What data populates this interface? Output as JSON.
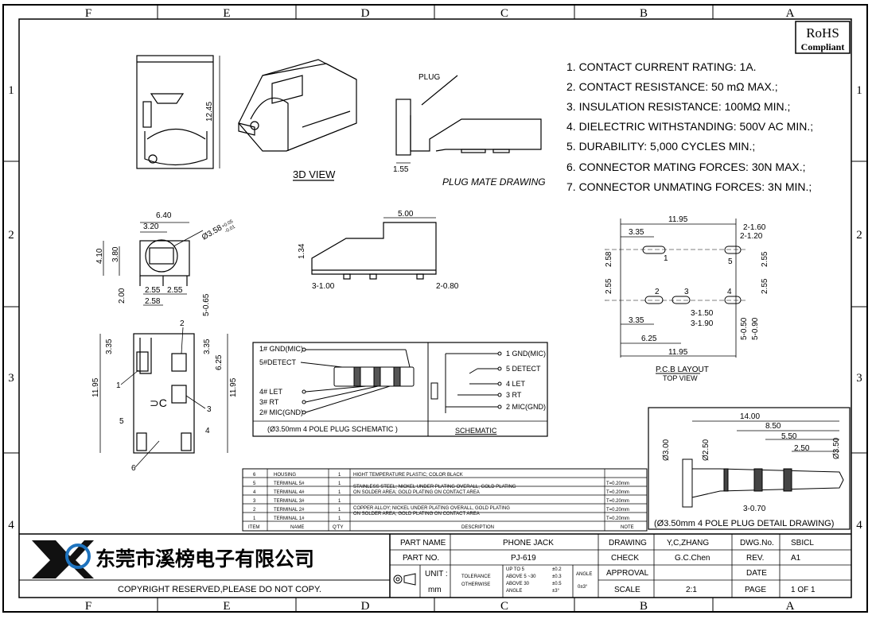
{
  "frame": {
    "columns": [
      "F",
      "E",
      "D",
      "C",
      "B",
      "A"
    ],
    "rows": [
      "1",
      "2",
      "3",
      "4"
    ]
  },
  "rohs": {
    "line1": "RoHS",
    "line2": "Compliant"
  },
  "specs": [
    "1. CONTACT CURRENT RATING: 1A.",
    "2. CONTACT RESISTANCE: 50 mΩ MAX.;",
    "3. INSULATION RESISTANCE: 100MΩ MIN.;",
    "4. DIELECTRIC WITHSTANDING: 500V AC MIN.;",
    "5. DURABILITY: 5,000 CYCLES MIN.;",
    "6. CONNECTOR MATING FORCES: 30N  MAX.;",
    "7. CONNECTOR UNMATING FORCES: 3N MIN.;"
  ],
  "views": {
    "top_dim": "12.45",
    "view3d_label": "3D VIEW",
    "plug_label": "PLUG",
    "plug_mate_label": "PLUG MATE DRAWING",
    "plug_mate_dim": "1.55",
    "front": {
      "d640": "6.40",
      "d320": "3.20",
      "d358": "Ø3.58",
      "tol_up": "+0.05",
      "tol_dn": "-0.01",
      "d410": "4.10",
      "d380": "3.80",
      "d200": "2.00",
      "d255a": "2.55",
      "d255b": "2.55",
      "d258": "2.58",
      "d065": "5-0.65"
    },
    "side": {
      "d500": "5.00",
      "d134": "1.34",
      "d3100": "3-1.00",
      "d2080": "2-0.80"
    },
    "bottom": {
      "d335a": "3.35",
      "d335b": "3.35",
      "d625": "6.25",
      "d1195a": "11.95",
      "d1195b": "11.95",
      "callouts": [
        "1",
        "2",
        "3",
        "4",
        "5",
        "6"
      ]
    },
    "pcb": {
      "d1195top": "11.95",
      "d335top": "3.35",
      "d2160": "2-1.60",
      "d2120": "2-1.20",
      "d258": "2.58",
      "d255l": "2.55",
      "d255r1": "2.55",
      "d255r2": "2.55",
      "d335bot": "3.35",
      "d625": "6.25",
      "d1195bot": "11.95",
      "d3150": "3-1.50",
      "d3190": "3-1.90",
      "d5050": "5-0.50",
      "d5090": "5-0.90",
      "pads": [
        "1",
        "2",
        "3",
        "4",
        "5"
      ],
      "title1": "P.C.B LAYOUT",
      "title2": "TOP VIEW"
    },
    "plug_schem": {
      "left": [
        "1# GND(MIC)",
        "5#DETECT",
        "4# LET",
        "3# RT",
        "2# MIC(GND)"
      ],
      "caption": "(Ø3.50mm 4 POLE PLUG SCHEMATIC )",
      "right": [
        "1 GND(MIC)",
        "5 DETECT",
        "4 LET",
        "3 RT",
        "2 MIC(GND)"
      ],
      "schematic_label": "SCHEMATIC"
    },
    "plug_detail": {
      "d1400": "14.00",
      "d850": "8.50",
      "d550": "5.50",
      "d250": "2.50",
      "d300": "Ø3.00",
      "d250dia": "Ø2.50",
      "d350": "Ø3.50",
      "d3070": "3-0.70",
      "caption": "(Ø3.50mm 4 POLE PLUG DETAIL DRAWING)"
    }
  },
  "bom": {
    "rows": [
      {
        "item": "6",
        "name": "HOUSING",
        "qty": "1",
        "desc": "HIGHT TEMPERATURE PLASTIC; COLOR BLACK",
        "note": ""
      },
      {
        "item": "5",
        "name": "TERMINAL 5#",
        "qty": "1",
        "desc": "STAINLESS STEEL; NICKEL UNDER PLATING OVERALL, GOLD PLATING",
        "desc2": "ON SOLDER AREA; GOLD PLATING ON CONTACT AREA",
        "note": "T=0.20mm"
      },
      {
        "item": "4",
        "name": "TERMINAL 4#",
        "qty": "1",
        "desc": "",
        "note": "T=0.20mm"
      },
      {
        "item": "3",
        "name": "TERMINAL 3#",
        "qty": "1",
        "desc": "COPPER ALLOY; NICKEL UNDER PLATING OVERALL, GOLD PLATING",
        "desc2": "ON SOLDER AREA; GOLD PLATING ON CONTACT AREA",
        "note": "T=0.20mm"
      },
      {
        "item": "2",
        "name": "TERMINAL 2#",
        "qty": "1",
        "desc": "",
        "note": "T=0.20mm"
      },
      {
        "item": "1",
        "name": "TERMINAL 1#",
        "qty": "1",
        "desc": "",
        "note": "T=0.20mm"
      }
    ],
    "head": {
      "item": "ITEM",
      "name": "NAME",
      "qty": "Q'TY",
      "desc": "DESCRIPTION",
      "note": "NOTE"
    }
  },
  "titleblock": {
    "company": "东莞市溪榜电子有限公司",
    "copyright": "COPYRIGHT RESERVED,PLEASE DO NOT COPY.",
    "part_name_label": "PART NAME",
    "part_name": "PHONE JACK",
    "part_no_label": "PART NO.",
    "part_no": "PJ-619",
    "unit_label": "UNIT :",
    "unit": "mm",
    "tol_label": "TOLERANCE",
    "tol_label2": "OTHERWISE",
    "tol_rows": [
      [
        "UP TO 5",
        "±0.2"
      ],
      [
        "ABOVE 5 ~30",
        "±0.3"
      ],
      [
        "ABOVE 30",
        "±0.5"
      ],
      [
        "ANGLE",
        "±3°"
      ]
    ],
    "angle_label": "ANGLE",
    "angle_val": "0±3°",
    "drawing_label": "DRAWING",
    "drawing": "Y,C,ZHANG",
    "check_label": "CHECK",
    "check": "G.C.Chen",
    "approval_label": "APPROVAL",
    "approval": "",
    "scale_label": "SCALE",
    "scale": "2:1",
    "dwgno_label": "DWG.No.",
    "dwgno": "SBICL",
    "rev_label": "REV.",
    "rev": "A1",
    "date_label": "DATE",
    "date": "",
    "page_label": "PAGE",
    "page": "1 OF 1"
  }
}
